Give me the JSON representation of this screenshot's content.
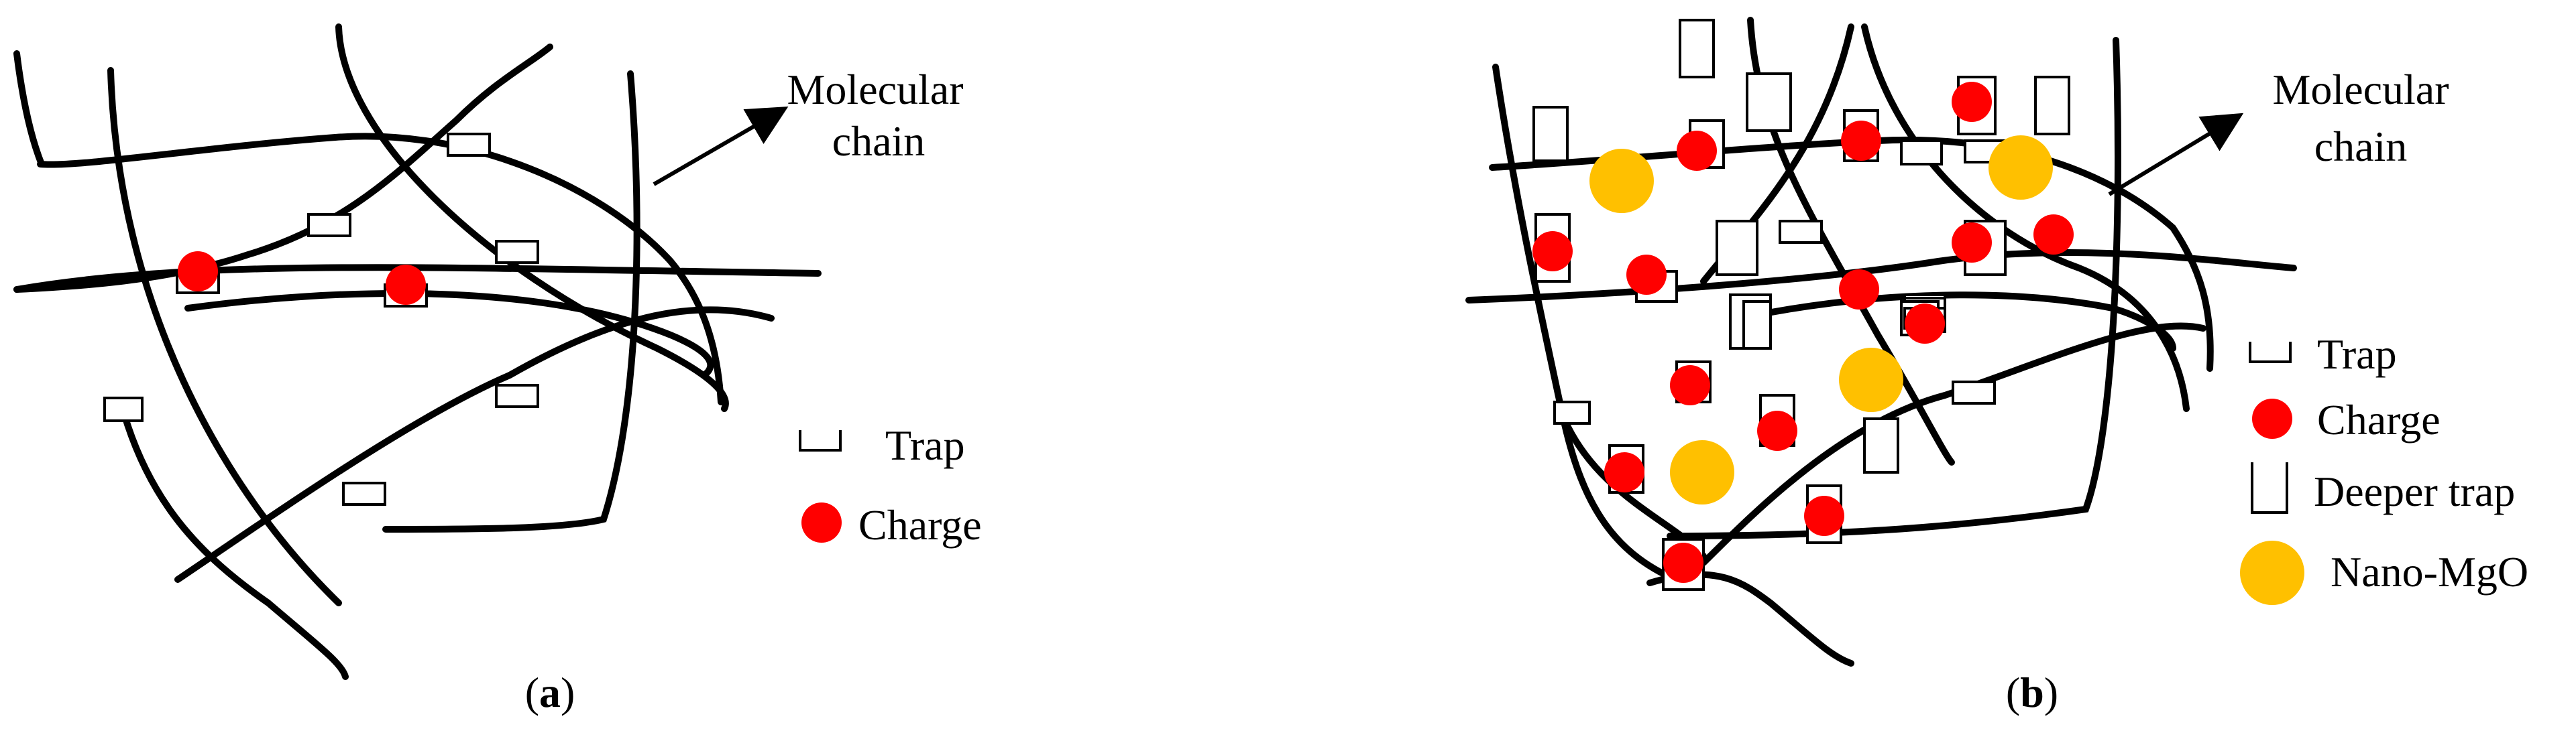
{
  "colors": {
    "chain": "#000000",
    "charge": "#ff0000",
    "nano": "#ffc000",
    "trap_fill": "#ffffff"
  },
  "panels": [
    {
      "caption_letter": "a",
      "chain_label": [
        "Molecular",
        "chain"
      ],
      "legend": [
        {
          "kind": "trap",
          "label": "Trap"
        },
        {
          "kind": "charge",
          "label": "Charge"
        }
      ]
    },
    {
      "caption_letter": "b",
      "chain_label": [
        "Molecular",
        "chain"
      ],
      "legend": [
        {
          "kind": "trap",
          "label": "Trap"
        },
        {
          "kind": "charge",
          "label": "Charge"
        },
        {
          "kind": "deeper-trap",
          "label": "Deeper trap"
        },
        {
          "kind": "nano",
          "label": "Nano-MgO"
        }
      ]
    }
  ]
}
